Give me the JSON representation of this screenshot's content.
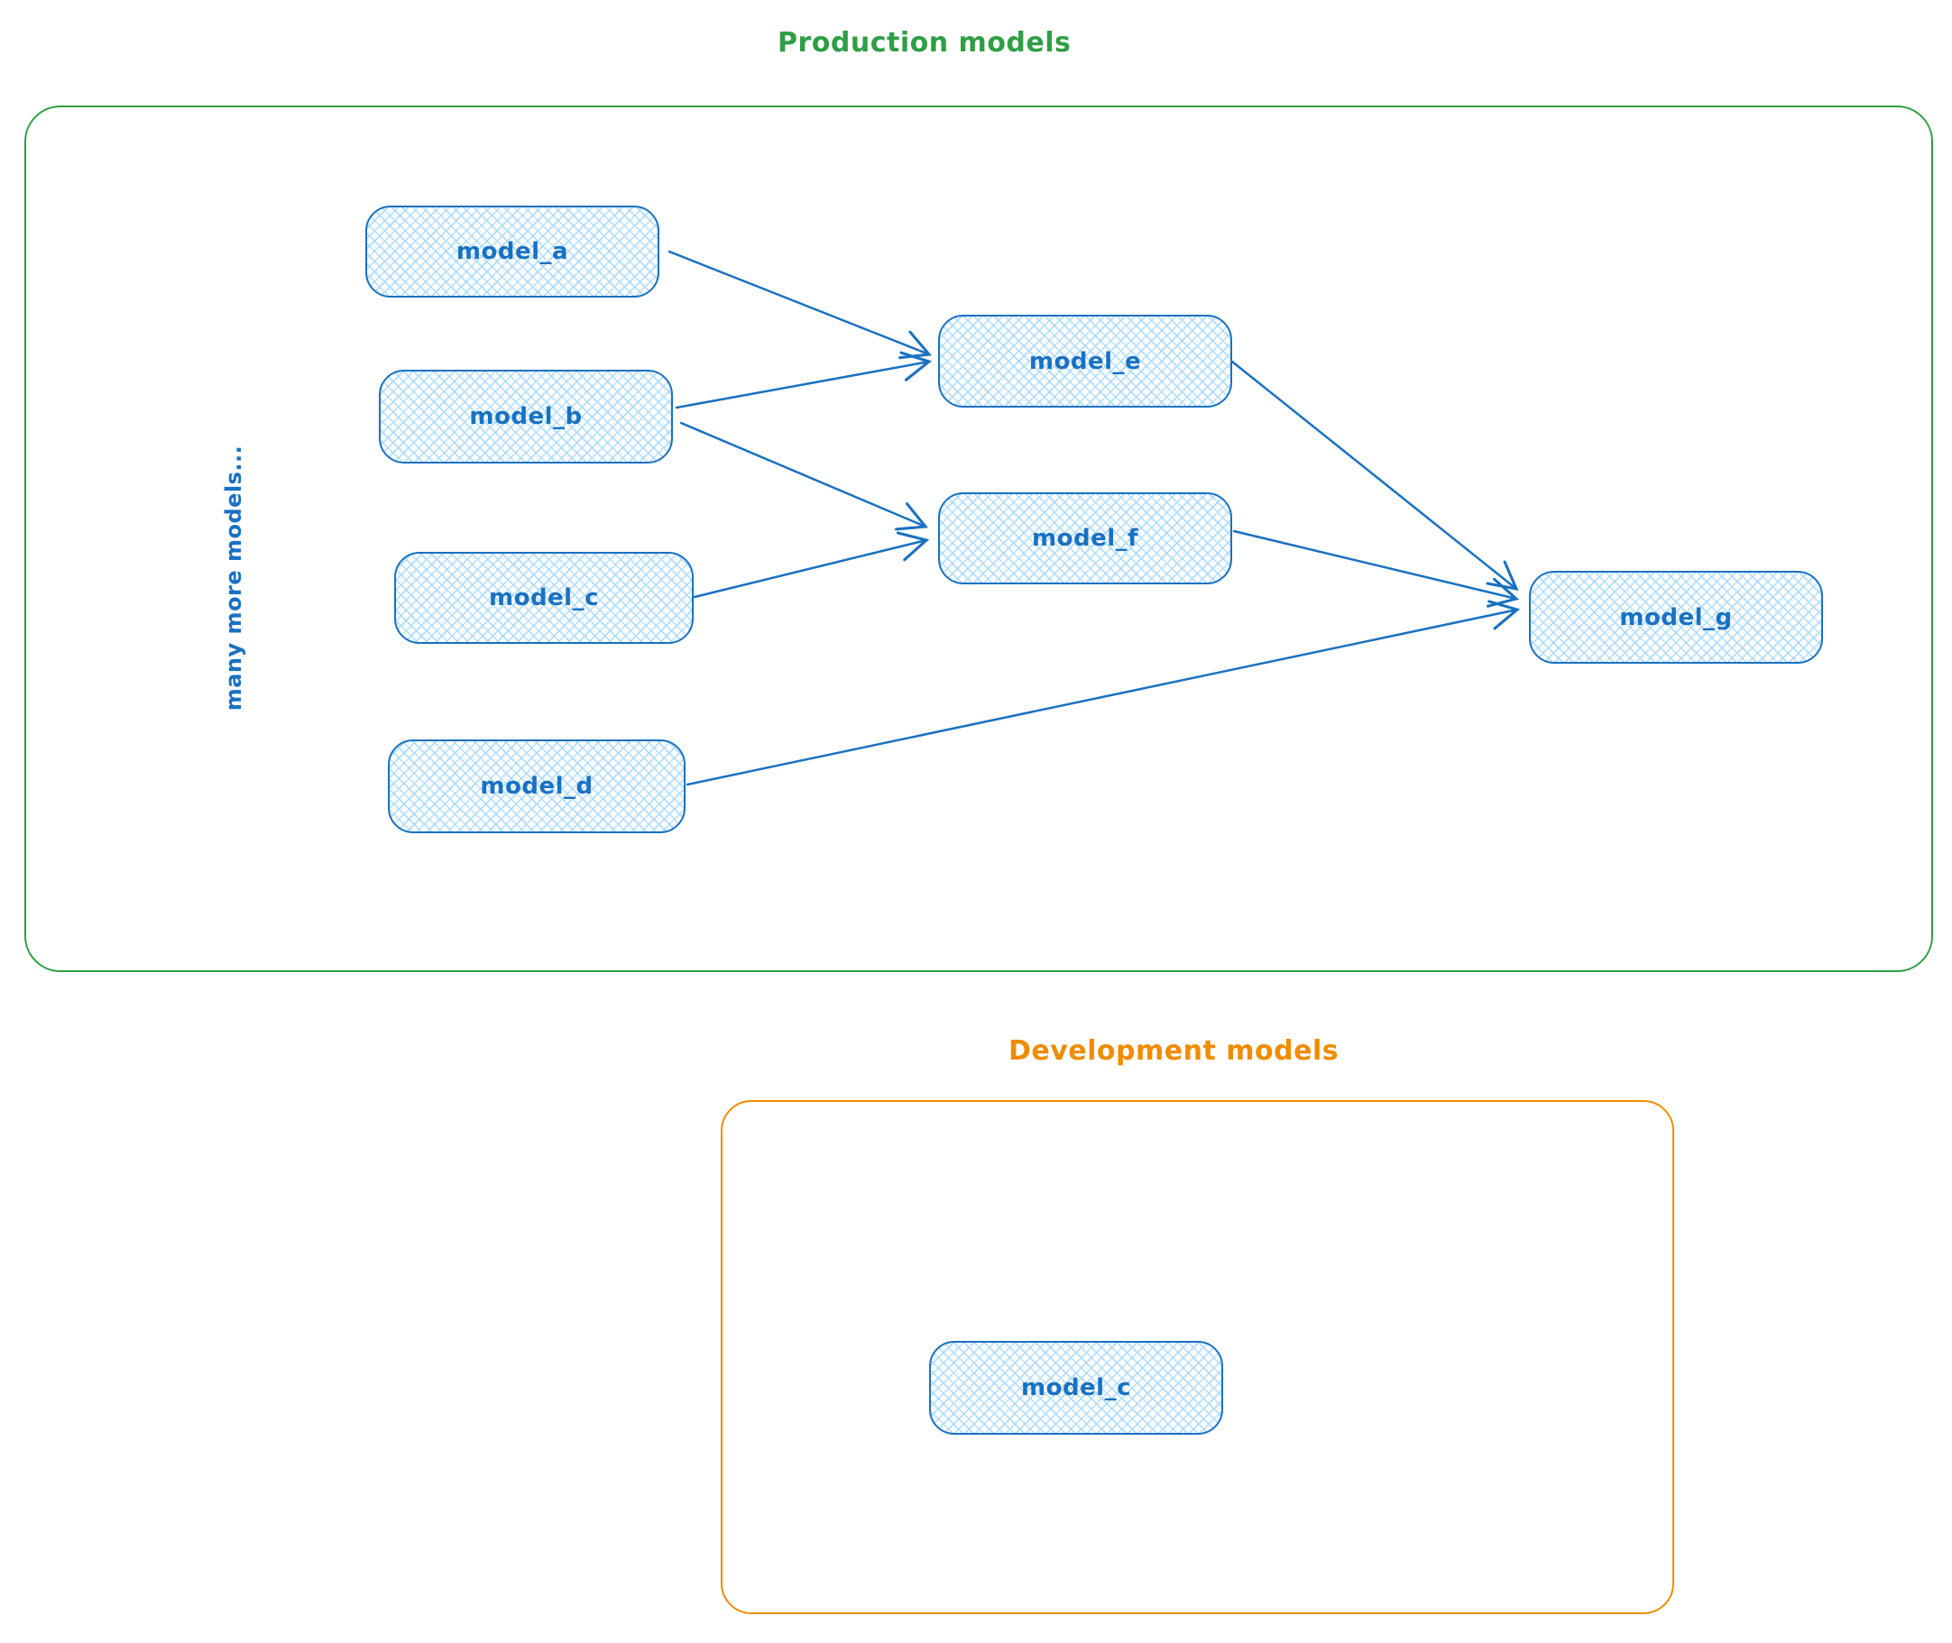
{
  "diagram_type": "whiteboard-sketch",
  "colors": {
    "production_border": "#2f9e44",
    "development_border": "#f08c00",
    "node_border": "#1971c2",
    "node_fill_hatch": "#a5d8ff",
    "node_text": "#1971c2"
  },
  "production": {
    "title": "Production models",
    "annotation": "many more models...",
    "nodes": [
      {
        "id": "model_a",
        "label": "model_a"
      },
      {
        "id": "model_b",
        "label": "model_b"
      },
      {
        "id": "model_c",
        "label": "model_c"
      },
      {
        "id": "model_d",
        "label": "model_d"
      },
      {
        "id": "model_e",
        "label": "model_e"
      },
      {
        "id": "model_f",
        "label": "model_f"
      },
      {
        "id": "model_g",
        "label": "model_g"
      }
    ],
    "edges": [
      {
        "from": "model_a",
        "to": "model_e"
      },
      {
        "from": "model_b",
        "to": "model_e"
      },
      {
        "from": "model_b",
        "to": "model_f"
      },
      {
        "from": "model_c",
        "to": "model_f"
      },
      {
        "from": "model_d",
        "to": "model_g"
      },
      {
        "from": "model_e",
        "to": "model_g"
      },
      {
        "from": "model_f",
        "to": "model_g"
      }
    ]
  },
  "development": {
    "title": "Development models",
    "nodes": [
      {
        "id": "model_c_dev",
        "label": "model_c"
      }
    ]
  }
}
